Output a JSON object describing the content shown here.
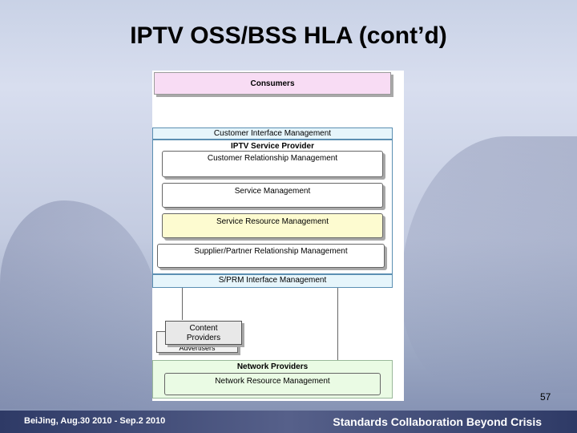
{
  "slide": {
    "title": "IPTV OSS/BSS HLA (cont’d)",
    "page_number": "57",
    "footer_left": "BeiJing,   Aug.30 2010 - Sep.2  2010",
    "footer_right": "Standards Collaboration Beyond Crisis"
  },
  "diagram": {
    "consumers": "Consumers",
    "customer_interface": "Customer Interface Management",
    "provider": "IPTV Service Provider",
    "crm": "Customer Relationship Management",
    "service_mgmt": "Service Management",
    "service_resource": "Service Resource Management",
    "sprm": "Supplier/Partner Relationship Management",
    "sprm_interface": "S/PRM Interface Management",
    "content_providers": "Content Providers",
    "advertisers": "Advertisers",
    "network_providers": "Network Providers",
    "network_resource": "Network Resource Management"
  },
  "colors": {
    "consumers_fill": "#f8dcf4",
    "interface_fill": "#e6f5fb",
    "service_resource_fill": "#fdfbd0",
    "network_fill": "#eafbe4"
  }
}
